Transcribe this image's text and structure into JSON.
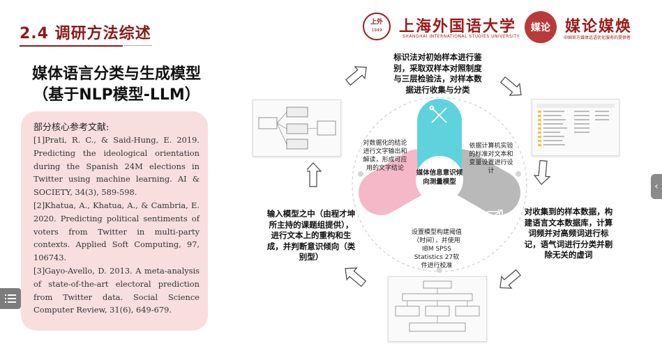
{
  "section": {
    "title": "2.4 调研方法综述"
  },
  "main_title": {
    "line1": "媒体语言分类与生成模型",
    "line2": "（基于NLP模型-LLM）"
  },
  "references": {
    "heading": "部分核心参考文献:",
    "items": [
      "[1]Prati, R. C., & Said-Hung, E. 2019. Predicting the ideological orientation during the Spanish 24M elections in Twitter using machine learning. AI & SOCIETY, 34(3), 589-598.",
      "[2]Khatua, A., Khatua, A., & Cambria, E. 2020. Predicting political sentiments of voters from Twitter in multi-party contexts. Applied Soft Computing, 97, 106743.",
      "[3]Gayo-Avello, D. 2013. A meta-analysis of state-of-the-art electoral prediction from Twitter data. Social Science Computer Review, 31(6), 649-679."
    ]
  },
  "logos": {
    "univ_cn": "上海外国语大学",
    "univ_en": "SHANGHAI INTERNATIONAL STUDIES UNIVERSITY",
    "seal_text": "上外",
    "seal_year": "1949",
    "brand_seal": "媒论",
    "brand_name": "媒论媒焕",
    "brand_slogan": "中国官方媒体话语优化服务的提供者"
  },
  "steps": {
    "top": "标识法对初始样本进行鉴别，采取双样本对照制度与三层检验法，对样本数据进行收集与分类",
    "right": "对收集到的样本数据，构建语言文本数据库，计算词频并对高频词进行标记，语气词进行分类并剔除无关的虚词",
    "left": "输入模型之中（由程才坤所主持的课题组提供），进行文本上的重构和生成，并判断意识倾向（类别型）"
  },
  "center": {
    "label": "媒体信息意识倾向测量模型",
    "petal_right": "依据计算机实验的标准对文本和变量设置进行设计",
    "petal_bottom": "设置模型构建阈值（时间），并使用IBM SPSS Statistics 27软件进行校准",
    "petal_left": "对数据化的结论进行文字输出和解读，形成可应用的文字结论"
  },
  "colors": {
    "accent": "#8b1a1a",
    "cyan": "#5fd3dd",
    "gray": "#b9b9b9",
    "pink": "#f4b8c8",
    "refs_bg": "#f9dede"
  },
  "icons": [
    "menu-icon",
    "chevron-left-icon",
    "tools-icon",
    "settings-icon",
    "share-icon",
    "arrow-icon"
  ]
}
